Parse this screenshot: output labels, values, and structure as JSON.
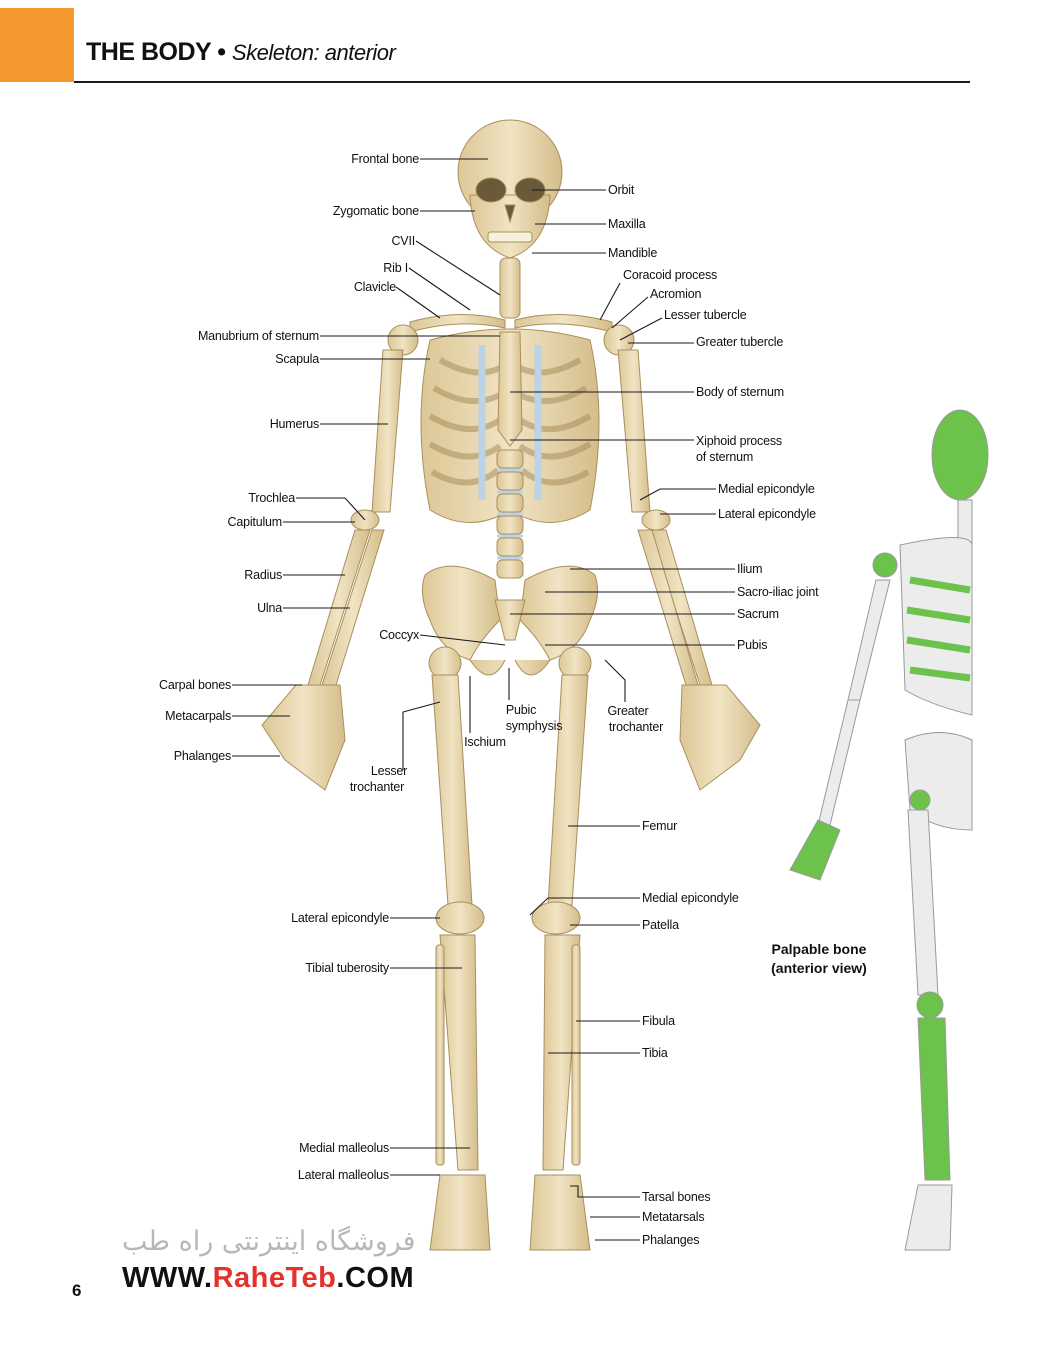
{
  "header": {
    "title": "THE BODY",
    "separator": "•",
    "subtitle": "Skeleton: anterior"
  },
  "labels_left": [
    "Frontal bone",
    "Zygomatic bone",
    "CVII",
    "Rib I",
    "Clavicle",
    "Manubrium of sternum",
    "Scapula",
    "Humerus",
    "Trochlea",
    "Capitulum",
    "Radius",
    "Ulna",
    "Coccyx",
    "Carpal bones",
    "Metacarpals",
    "Phalanges",
    "Lateral epicondyle",
    "Tibial tuberosity",
    "Medial malleolus",
    "Lateral malleolus"
  ],
  "labels_right": [
    "Orbit",
    "Maxilla",
    "Mandible",
    "Coracoid process",
    "Acromion",
    "Lesser tubercle",
    "Greater tubercle",
    "Body of sternum",
    "Xiphoid process",
    "of sternum",
    "Medial epicondyle",
    "Lateral epicondyle",
    "Ilium",
    "Sacro-iliac joint",
    "Sacrum",
    "Pubis",
    "Femur",
    "Medial epicondyle",
    "Patella",
    "Fibula",
    "Tibia",
    "Tarsal bones",
    "Metatarsals",
    "Phalanges"
  ],
  "labels_center": [
    "Pubic",
    "symphysis",
    "Ischium",
    "Greater",
    "trochanter",
    "Lesser",
    "trochanter"
  ],
  "inset": {
    "caption_line1": "Palpable bone",
    "caption_line2": "(anterior view)",
    "highlight_color": "#6cc24a"
  },
  "page_number": "6",
  "watermark": {
    "text": "فروشگاه اینترنتی راه طب",
    "url_prefix": "WWW.",
    "url_brand": "RaheTeb",
    "url_suffix": ".COM"
  },
  "colors": {
    "accent": "#f5962e",
    "bone": "#ead9b0",
    "bone_edge": "#b9a06a",
    "cartilage": "#bcd3e6"
  }
}
